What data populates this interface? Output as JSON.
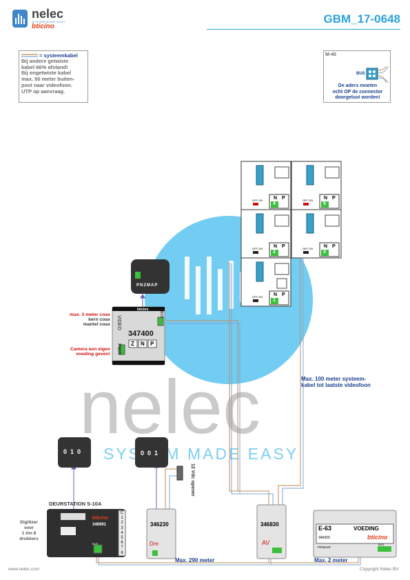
{
  "header": {
    "logo_name": "nelec",
    "logo_tagline": "SYSTEM MADE EASY",
    "logo_brand": "bticino",
    "doc_code": "GBM_17-0648"
  },
  "note": {
    "legend_label": "= systeemkabel",
    "lines": [
      "Bij andere getwiste",
      "kabel 66% afstand!",
      "Bij ongetwiste kabel",
      "max. 50 meter buiten-",
      "post naar videofoon.",
      "UTP op aanvraag."
    ]
  },
  "m40": {
    "label": "M-40",
    "bus_label": "BUS",
    "note_lines": [
      "De aders moeten",
      "echt OP de connector",
      "doorgelust worden!"
    ]
  },
  "video_module": {
    "code": "347400",
    "brand": "bticino",
    "video_label": "VIDEO",
    "pwr_label": "PWR",
    "bus_label": "BUS",
    "zoom_terminals": [
      "P",
      "N",
      "Z",
      "M",
      "A",
      "P"
    ],
    "terminals": [
      "Z",
      "N",
      "P"
    ],
    "coax_lines": [
      "max. 3 meter coax",
      "kern coax",
      "mantel coax"
    ],
    "camera_note": [
      "Camera een eigen",
      "voeding geven!"
    ]
  },
  "videophones": {
    "terminal_n": "N",
    "terminal_p": "P",
    "off_on": "OFF ON",
    "bus_label": "BUS",
    "units": [
      {
        "number": "4"
      },
      {
        "number": "5"
      },
      {
        "number": "2"
      },
      {
        "number": "3"
      },
      {
        "number": "1"
      }
    ],
    "distance_note": [
      "Max. 100 meter systeem-",
      "kabel tot laatste videofoon"
    ]
  },
  "door_station": {
    "title": "DEURSTATION S-10A",
    "code": "346991",
    "brand": "bticino",
    "bus_label": "BUS",
    "keys": [
      "C",
      "1",
      "2",
      "3",
      "4",
      "5",
      "6",
      "7",
      "8"
    ],
    "zoom_digits": [
      "0",
      "1",
      "0"
    ],
    "digitizer_note": [
      "Digitizer",
      "voor",
      "1 t/m 8",
      "drukkers"
    ]
  },
  "interface_346230": {
    "code": "346230",
    "label": "Dre",
    "zoom_digits": [
      "0",
      "0",
      "1"
    ]
  },
  "opener": {
    "label": "12 Vdc opener"
  },
  "interface_346830": {
    "code": "346830",
    "label": "AV"
  },
  "power_supply": {
    "code": "E-63",
    "title": "VOEDING",
    "ref": "346000",
    "brand": "bticino",
    "primary_label": "PRIMAIR",
    "bus_label": "BUS"
  },
  "distances": {
    "max_290": "Max. 290 meter",
    "max_2": "Max. 2 meter"
  },
  "watermark": {
    "word": "nelec",
    "tagline": "SYSTEM MADE EASY"
  },
  "footer": {
    "website": "www.nelec.com",
    "copyright": "Copyright Nelec BV"
  },
  "colors": {
    "accent_blue": "#2aa3dc",
    "dark_blue_text": "#1a3f8f",
    "warning_red": "#d10f0f",
    "terminal_green": "#3cbf3c",
    "bus_teal": "#2e8fa3",
    "cable_brown": "#c28a55",
    "cable_blue": "#7aa7d8"
  }
}
